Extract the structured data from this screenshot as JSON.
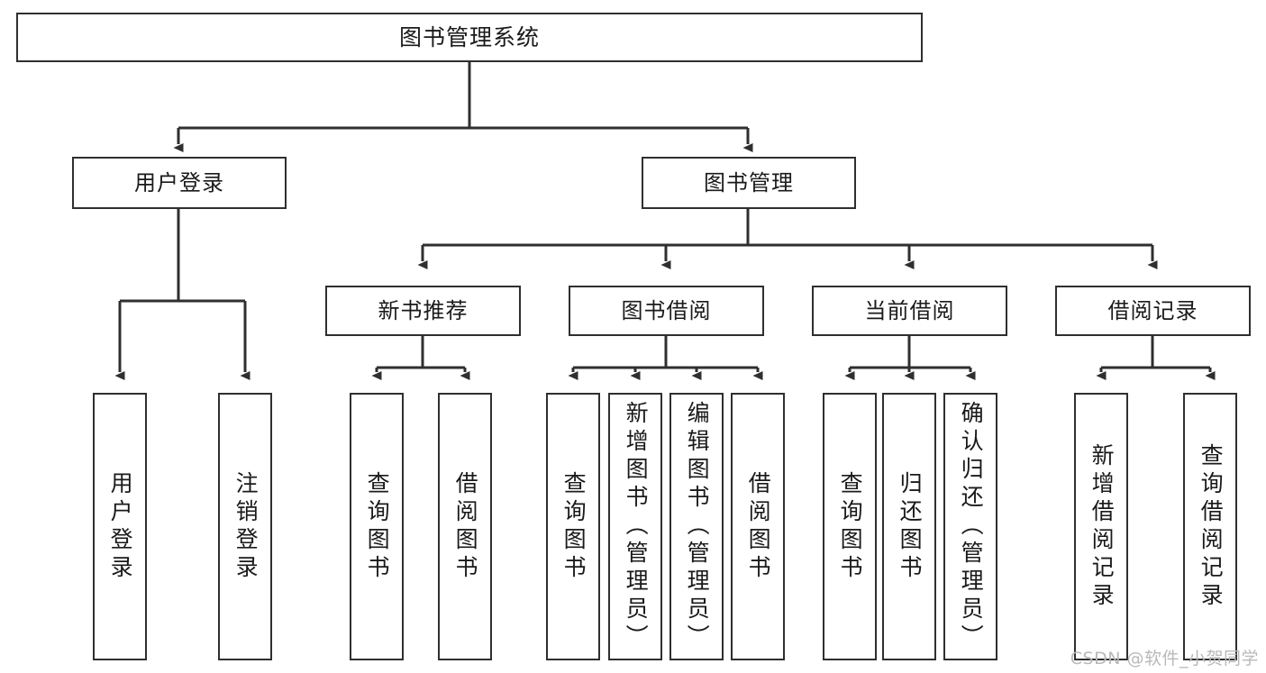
{
  "diagram": {
    "title": "图书管理系统",
    "type": "tree",
    "watermark": "CSDN @软件_小贺同学",
    "colors": {
      "box_border": "#2f2f2f",
      "box_fill": "#ffffff",
      "connector": "#2f2f2f",
      "text": "#1a1a1a",
      "watermark": "#b9b9b9",
      "background": "#ffffff"
    },
    "root": {
      "label": "图书管理系统"
    },
    "level2": [
      {
        "id": "user-login",
        "label": "用户登录"
      },
      {
        "id": "book-manage",
        "label": "图书管理"
      }
    ],
    "level3": [
      {
        "id": "new-book-rec",
        "label": "新书推荐"
      },
      {
        "id": "book-borrow",
        "label": "图书借阅"
      },
      {
        "id": "current-borrow",
        "label": "当前借阅"
      },
      {
        "id": "borrow-record",
        "label": "借阅记录"
      }
    ],
    "leaves": {
      "user_login": [
        {
          "id": "leaf-user-login",
          "label": "用户登录"
        },
        {
          "id": "leaf-logout",
          "label": "注销登录"
        }
      ],
      "new_book_rec": [
        {
          "id": "leaf-query-book-1",
          "label": "查询图书"
        },
        {
          "id": "leaf-borrow-book-1",
          "label": "借阅图书"
        }
      ],
      "book_borrow": [
        {
          "id": "leaf-query-book-2",
          "label": "查询图书"
        },
        {
          "id": "leaf-add-book",
          "label": "新增图书（管理员）"
        },
        {
          "id": "leaf-edit-book",
          "label": "编辑图书（管理员）"
        },
        {
          "id": "leaf-borrow-book-2",
          "label": "借阅图书"
        }
      ],
      "current_borrow": [
        {
          "id": "leaf-query-book-3",
          "label": "查询图书"
        },
        {
          "id": "leaf-return-book",
          "label": "归还图书"
        },
        {
          "id": "leaf-confirm-return",
          "label": "确认归还（管理员）"
        }
      ],
      "borrow_record": [
        {
          "id": "leaf-add-record",
          "label": "新增借阅记录"
        },
        {
          "id": "leaf-query-record",
          "label": "查询借阅记录"
        }
      ]
    }
  }
}
